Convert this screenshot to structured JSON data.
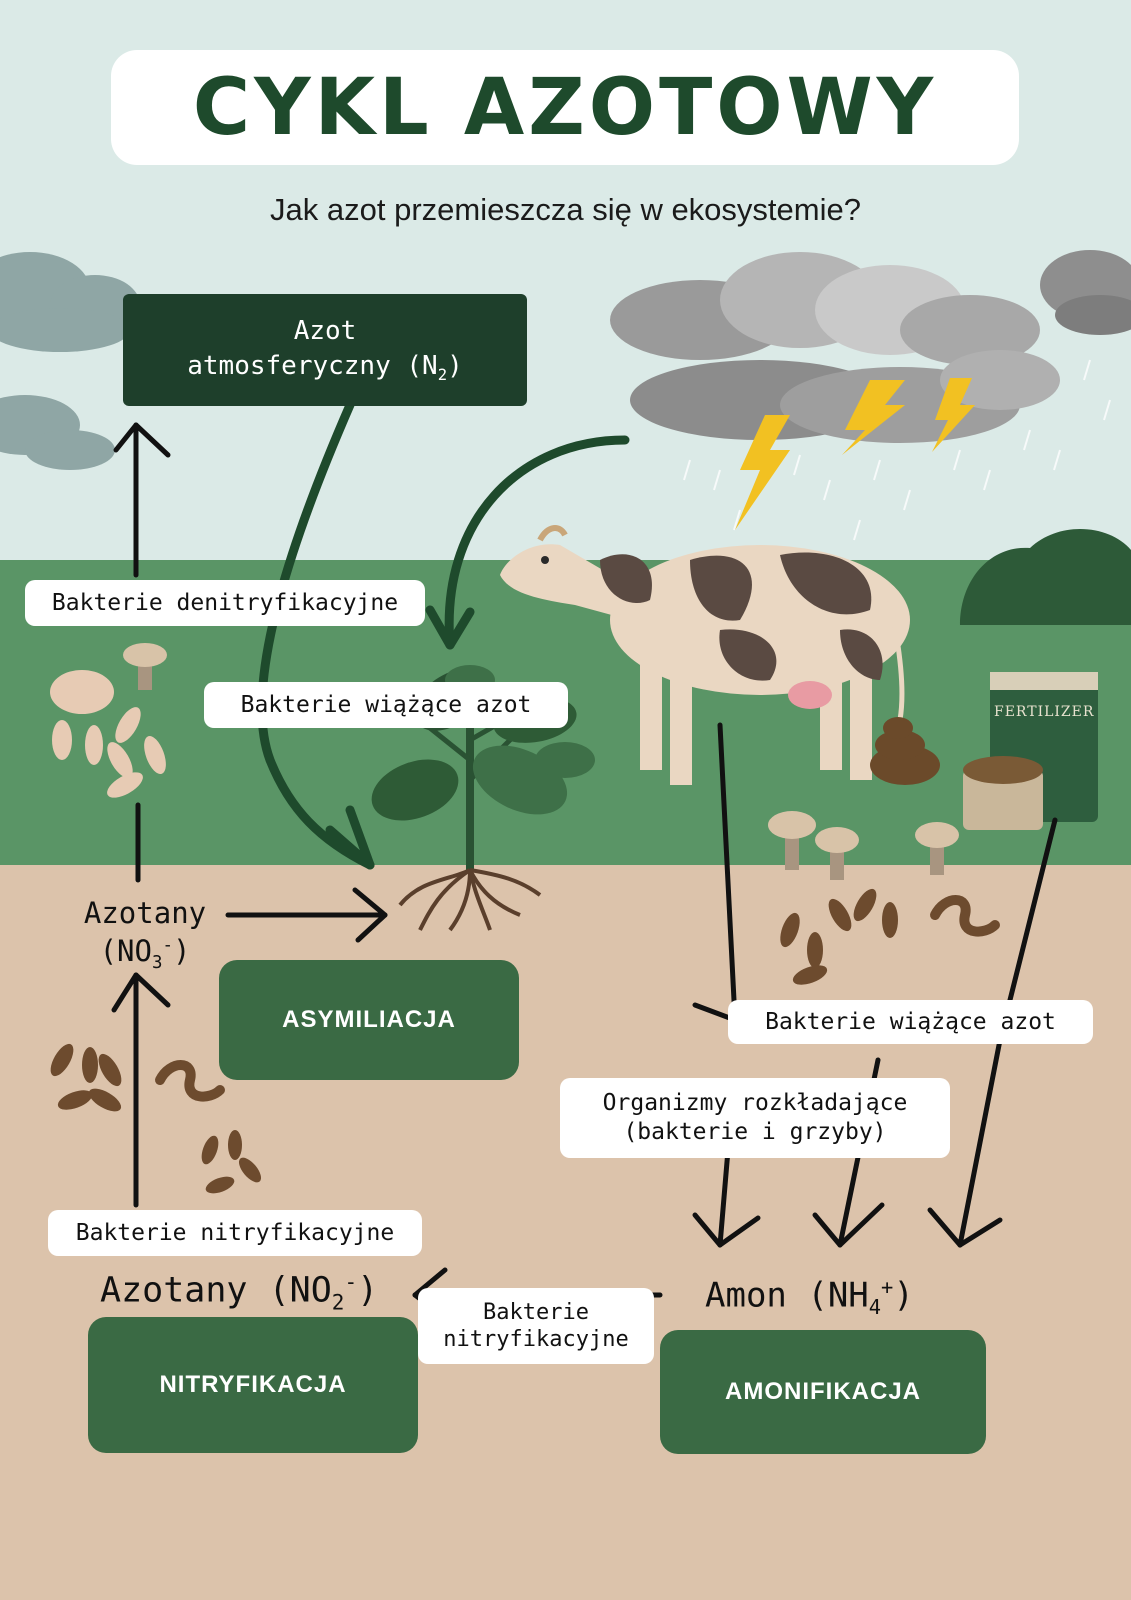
{
  "title": "CYKL AZOTOWY",
  "subtitle": "Jak azot przemieszcza się w ekosystemie?",
  "atmospheric_nitrogen": {
    "line1": "Azot",
    "line2": "atmosferyczny (N",
    "sub": "2",
    "close": ")"
  },
  "bacteria_labels": {
    "denitrifying": "Bakterie denitryfikacyjne",
    "fixing_left": "Bakterie wiążące azot",
    "fixing_right": "Bakterie wiążące azot",
    "decomposers_line1": "Organizmy rozkładające",
    "decomposers_line2": "(bakterie i grzyby)",
    "nitrifying_left": "Bakterie nitryfikacyjne",
    "nitrifying_mid_line1": "Bakterie",
    "nitrifying_mid_line2": "nitryfikacyjne"
  },
  "compounds": {
    "nitrates_no3_line1": "Azotany",
    "nitrates_no3_line2": "(NO",
    "nitrates_no3_sub": "3",
    "nitrates_no3_sup": "-",
    "nitrates_no3_close": ")",
    "nitrites_no2_label": "Azotany (NO",
    "nitrites_no2_sub": "2",
    "nitrites_no2_sup": "-",
    "nitrites_no2_close": ")",
    "ammonium_label": "Amon (NH",
    "ammonium_sub": "4",
    "ammonium_sup": "+",
    "ammonium_close": ")"
  },
  "processes": {
    "assimilation": "ASYMILIACJA",
    "nitrification": "NITRYFIKACJA",
    "ammonification": "AMONIFIKACJA"
  },
  "fertilizer_label": "FERTILIZER",
  "colors": {
    "sky": "#dbeae7",
    "grass": "#5a9566",
    "soil": "#dcc3ab",
    "dark_green": "#1e3f2b",
    "process_green": "#3a6a44",
    "lightning": "#f2c122"
  }
}
